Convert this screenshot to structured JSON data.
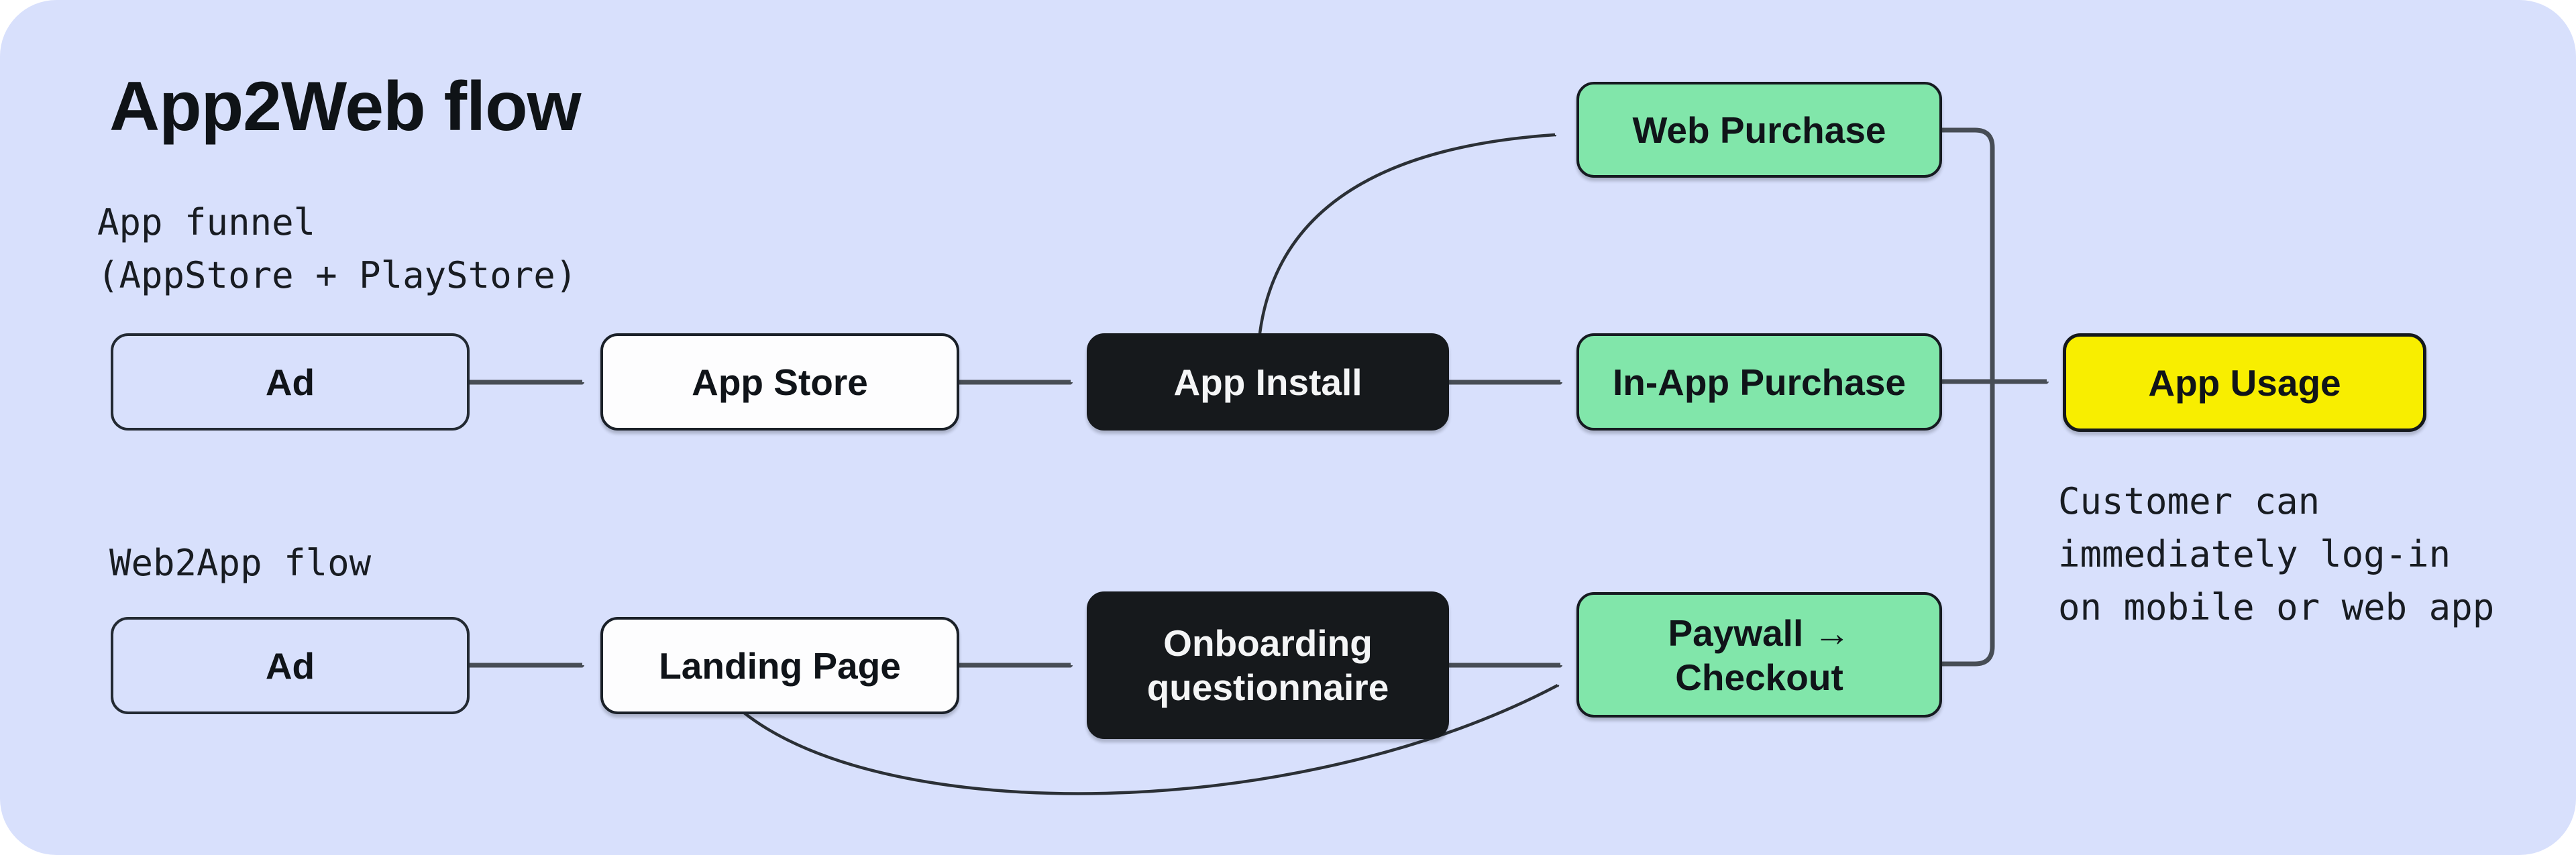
{
  "title": "App2Web flow",
  "labels": {
    "app_funnel": " App funnel\n(AppStore + PlayStore)",
    "web2app": "Web2App flow",
    "customer_note": "Customer can\nimmediately log-in\non mobile or web app"
  },
  "nodes": {
    "ad_top": {
      "label": "Ad"
    },
    "app_store": {
      "label": "App Store"
    },
    "app_install": {
      "label": "App Install"
    },
    "in_app_purchase": {
      "label": "In-App Purchase"
    },
    "app_usage": {
      "label": "App Usage"
    },
    "web_purchase": {
      "label": "Web Purchase"
    },
    "ad_bottom": {
      "label": "Ad"
    },
    "landing_page": {
      "label": "Landing Page"
    },
    "onboarding": {
      "label": "Onboarding\nquestionnaire"
    },
    "paywall_checkout": {
      "label": "Paywall →\nCheckout"
    }
  },
  "colors": {
    "canvas_background": "#d8e0fc",
    "page_background": "#ffffff",
    "node_white": "#fdfdfe",
    "node_dark": "#16191c",
    "node_green": "#81e6aa",
    "node_yellow": "#f8ee00",
    "node_border": "#1a2028",
    "connector": "#474d55",
    "curve_connector": "#2b3036",
    "text_primary": "#101419",
    "text_on_dark": "#f4f5f6"
  }
}
